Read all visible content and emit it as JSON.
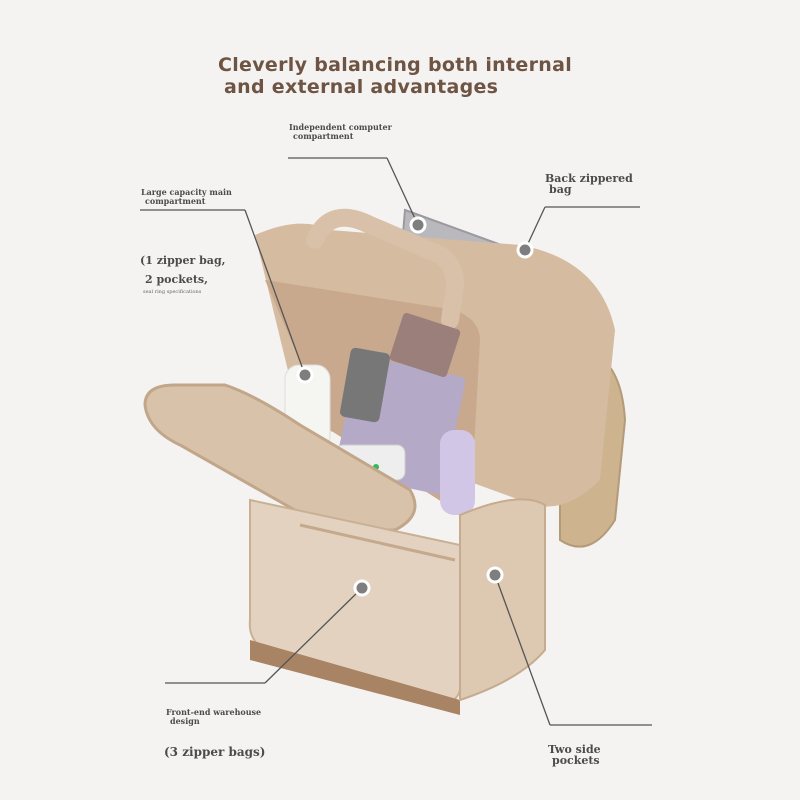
{
  "headline": {
    "line1": "Cleverly balancing both internal",
    "line2": "and external advantages"
  },
  "callouts": {
    "computer": {
      "line1": "Independent computer",
      "line2": "compartment"
    },
    "back": {
      "line1": "Back zippered",
      "line2": "bag"
    },
    "main": {
      "line1": "Large capacity main",
      "line2": "compartment"
    },
    "main_detail": {
      "line1": "(1 zipper bag,",
      "line2": "2 pockets,",
      "line3": "seal ring specifications"
    },
    "front": {
      "line1": "Front-end warehouse",
      "line2": "design",
      "detail": "(3 zipper bags)"
    },
    "side": {
      "line1": "Two side",
      "line2": "pockets"
    }
  },
  "colors": {
    "background": "#f4f3f1",
    "headline": "#6e5443",
    "bag_body": "#d9c1a7",
    "leader_line": "#555555"
  }
}
